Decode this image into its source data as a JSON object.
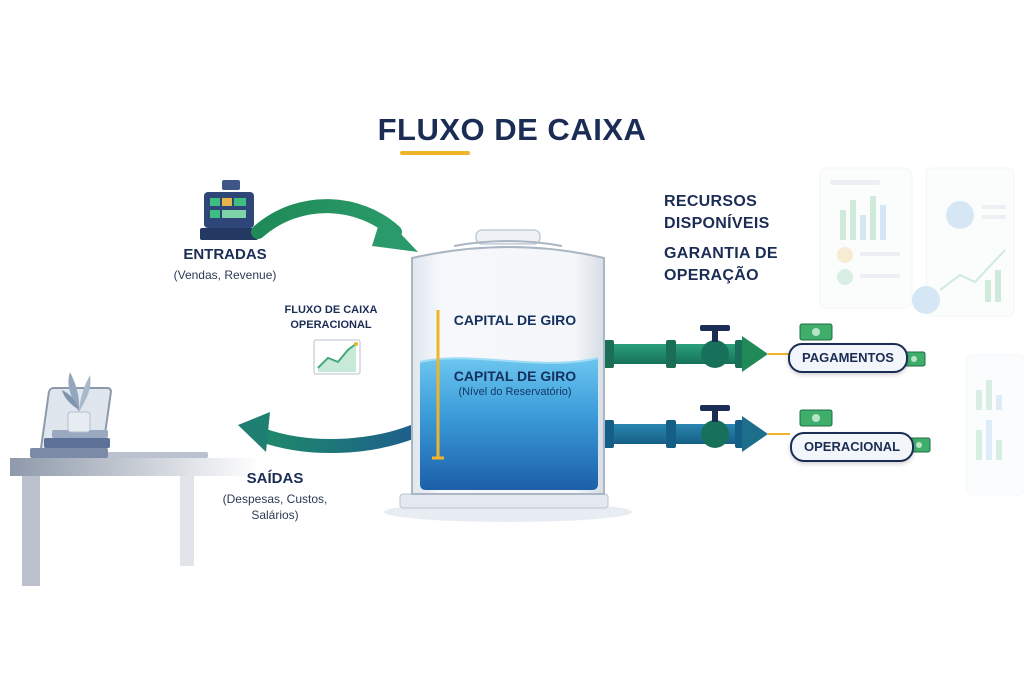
{
  "title": "FLUXO DE CAIXA",
  "entradas": {
    "label": "ENTRADAS",
    "sub": "(Vendas, Revenue)"
  },
  "operacional_flow": {
    "line1": "FLUXO DE CAIXA",
    "line2": "OPERACIONAL"
  },
  "saidas": {
    "label": "SAÍDAS",
    "sub_line1": "(Despesas, Custos,",
    "sub_line2": "Salários)"
  },
  "tank": {
    "upper_label": "CAPITAL DE GIRO",
    "water_label": "CAPITAL DE GIRO",
    "water_sub": "(Nível do Reservatório)"
  },
  "right_info": {
    "line1": "RECURSOS",
    "line2": "DISPONÍVEIS",
    "line3": "GARANTIA DE",
    "line4": "OPERAÇÃO"
  },
  "outputs": {
    "top": "PAGAMENTOS",
    "bottom": "OPERACIONAL"
  },
  "icons": [
    "cash-register-icon",
    "chart-up-icon",
    "money-bill-icon",
    "valve-icon",
    "arrow-icon",
    "laptop-icon",
    "plant-icon",
    "books-icon",
    "dollar-icon"
  ],
  "colors": {
    "navy": "#1b2d55",
    "green": "#1f8a57",
    "teal": "#1d6e8a",
    "water": "#2f8fd0",
    "accent": "#f0b429"
  }
}
